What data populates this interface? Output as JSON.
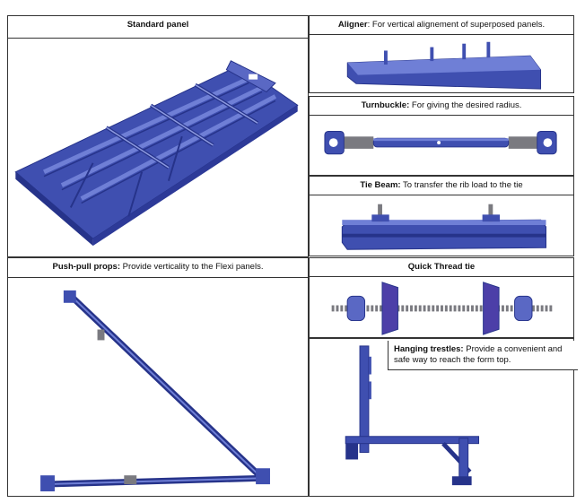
{
  "panels": {
    "standard_panel": {
      "title": "Standard panel",
      "desc": ""
    },
    "aligner": {
      "title": "Aligner",
      "desc": ": For vertical alignement of superposed panels."
    },
    "turnbuckle": {
      "title": "Turnbuckle:",
      "desc": " For giving the desired radius."
    },
    "tie_beam": {
      "title": "Tie Beam:",
      "desc": " To transfer the rib load to the tie"
    },
    "push_pull": {
      "title": "Push-pull props:",
      "desc": " Provide verticality to the Flexi panels."
    },
    "quick_thread": {
      "title": "Quick Thread tie",
      "desc": ""
    },
    "hanging_trestles": {
      "title": "Hanging trestles:",
      "desc": " Provide a convenient and safe way to reach the form top."
    }
  },
  "colors": {
    "steel": "#3f4fb0",
    "steel_dark": "#26338a",
    "steel_light": "#6f7fd6",
    "thread": "#7a7a80"
  }
}
